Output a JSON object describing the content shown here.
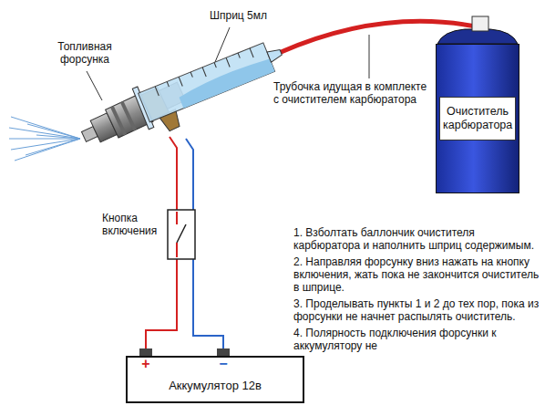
{
  "diagram": {
    "nodes": [
      {
        "text": [
          "Очиститель карбюратора"
        ]
      },
      {
        "text": [
          "Аккумулятор 12в"
        ]
      }
    ],
    "labels": [
      "Топливная форсунка",
      "Шприц 5мл",
      "Трубочка идущая в комплекте с очистителем карбюратора",
      "Кнопка включения",
      "+",
      "−",
      "1. Взболтать баллончик очистителя карбюратора и наполнить шприц содержимым.",
      "2. Направляя форсунку вниз нажать на кнопку включения, жать пока не закончится очиститель в шприце.",
      "3. Проделывать пункты 1 и 2 до тех пор, пока из форсунки не начнет распылять очиститель.",
      "4. Полярность подключения форсунки к аккумулятору не"
    ]
  }
}
